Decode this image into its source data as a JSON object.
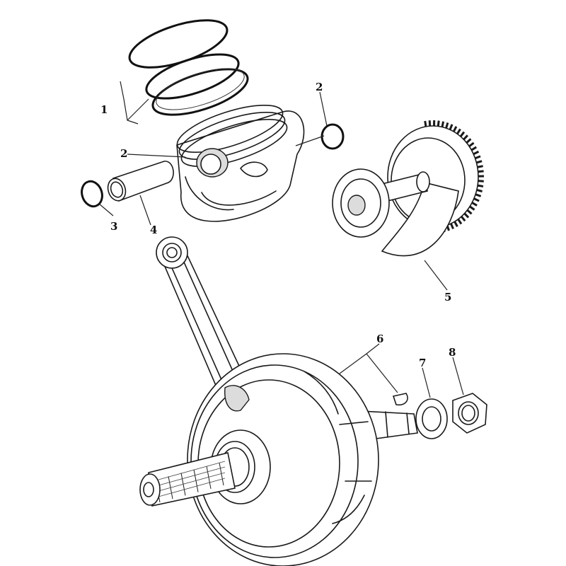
{
  "callouts": [
    {
      "id": "1",
      "label": "1"
    },
    {
      "id": "2a",
      "label": "2"
    },
    {
      "id": "2b",
      "label": "2"
    },
    {
      "id": "3",
      "label": "3"
    },
    {
      "id": "4",
      "label": "4"
    },
    {
      "id": "5",
      "label": "5"
    },
    {
      "id": "6",
      "label": "6"
    },
    {
      "id": "7",
      "label": "7"
    },
    {
      "id": "8",
      "label": "8"
    }
  ],
  "colors": {
    "ink": "#1a1a1a",
    "background": "#ffffff"
  }
}
